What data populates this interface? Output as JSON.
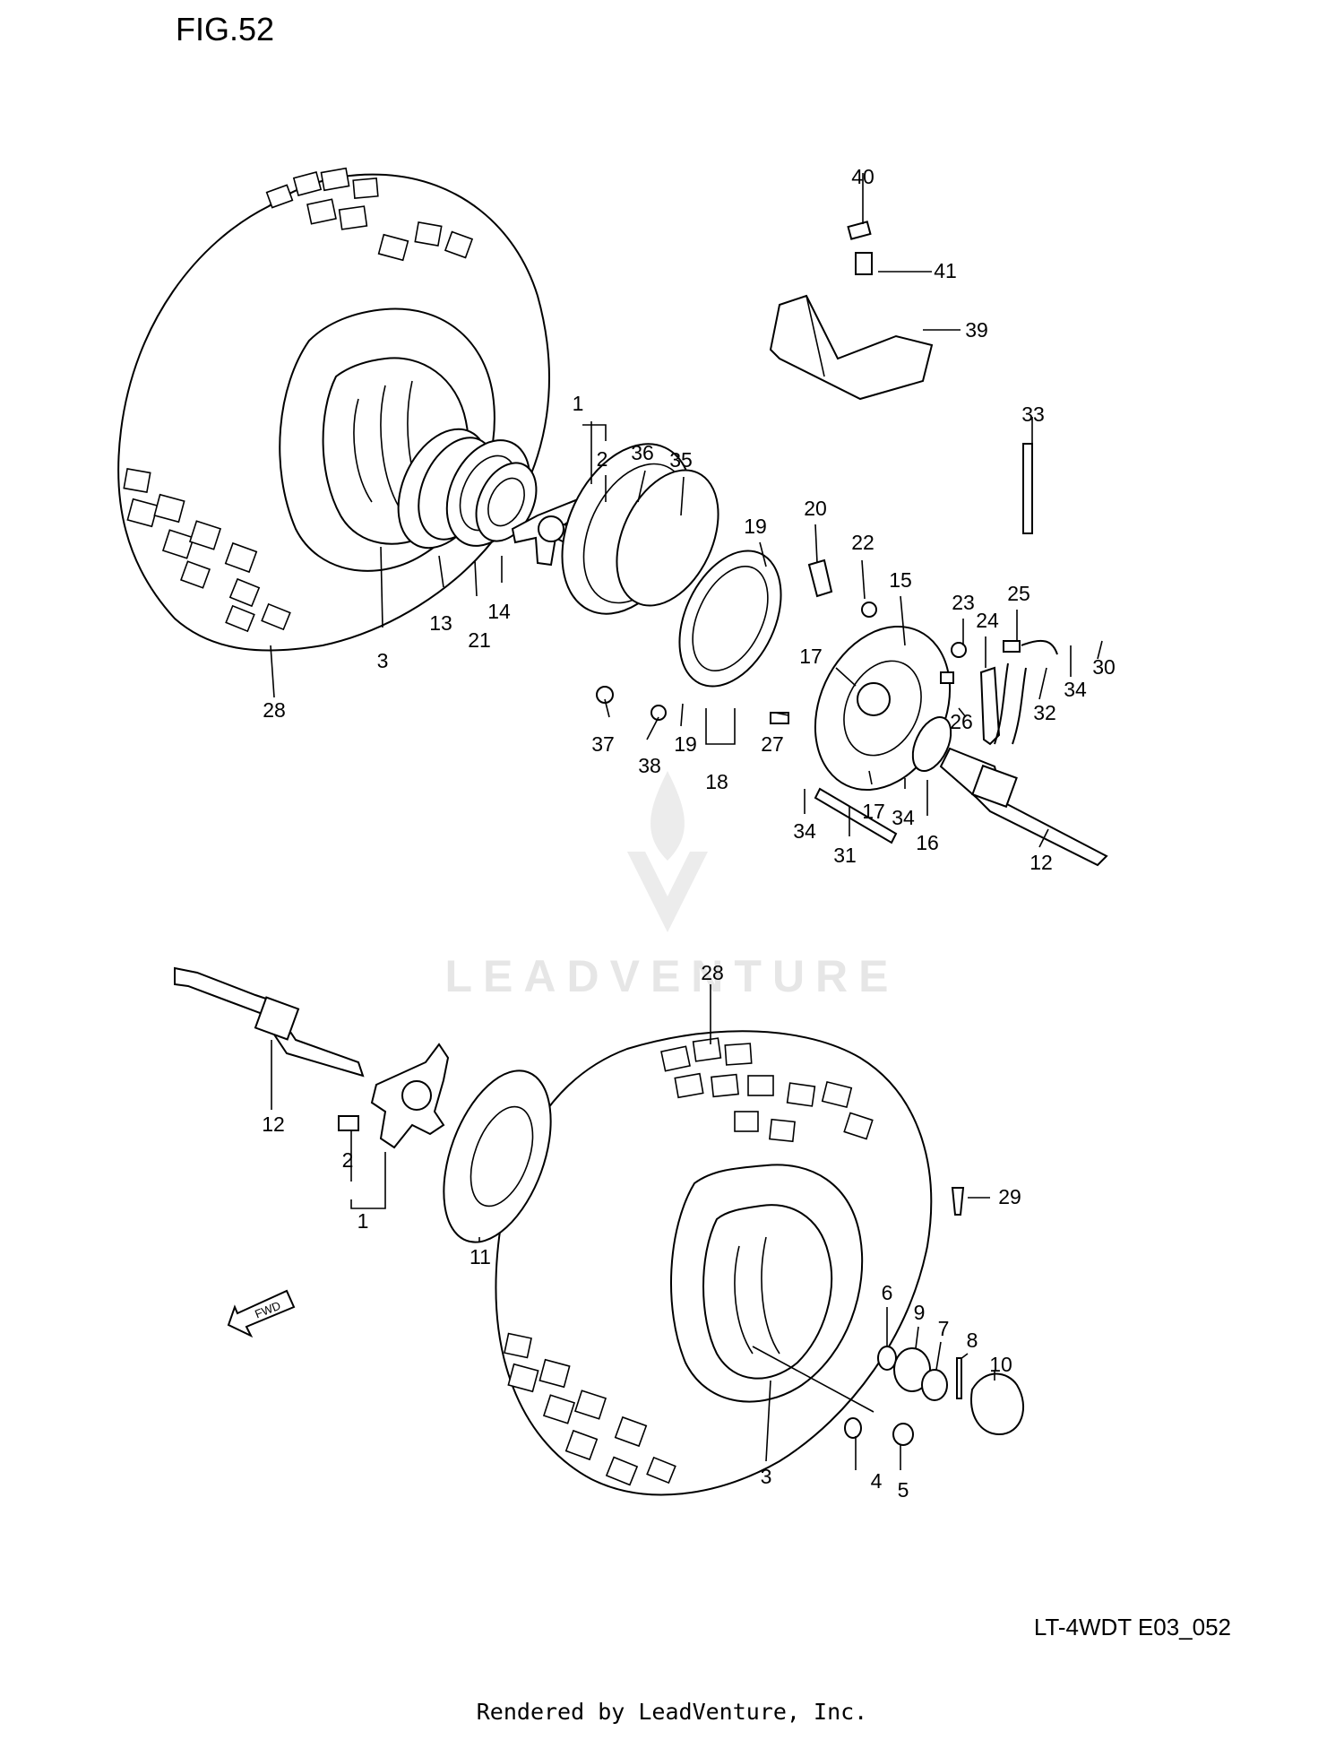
{
  "figure": {
    "title": "FIG.52",
    "model_code": "LT-4WDT E03_052",
    "rendered_by": "Rendered by LeadVenture, Inc.",
    "watermark": "LEADVENTURE",
    "fwd_label": "FWD"
  },
  "callouts": {
    "upper": [
      "1",
      "2",
      "36",
      "35",
      "19",
      "20",
      "22",
      "15",
      "23",
      "24",
      "25",
      "30",
      "34",
      "32",
      "40",
      "41",
      "39",
      "33",
      "3",
      "13",
      "21",
      "14",
      "28",
      "37",
      "38",
      "19",
      "18",
      "27",
      "17",
      "26",
      "17",
      "34",
      "16",
      "12",
      "34",
      "31"
    ],
    "lower": [
      "28",
      "12",
      "2",
      "1",
      "11",
      "29",
      "6",
      "9",
      "7",
      "8",
      "10",
      "4",
      "5",
      "3"
    ]
  }
}
